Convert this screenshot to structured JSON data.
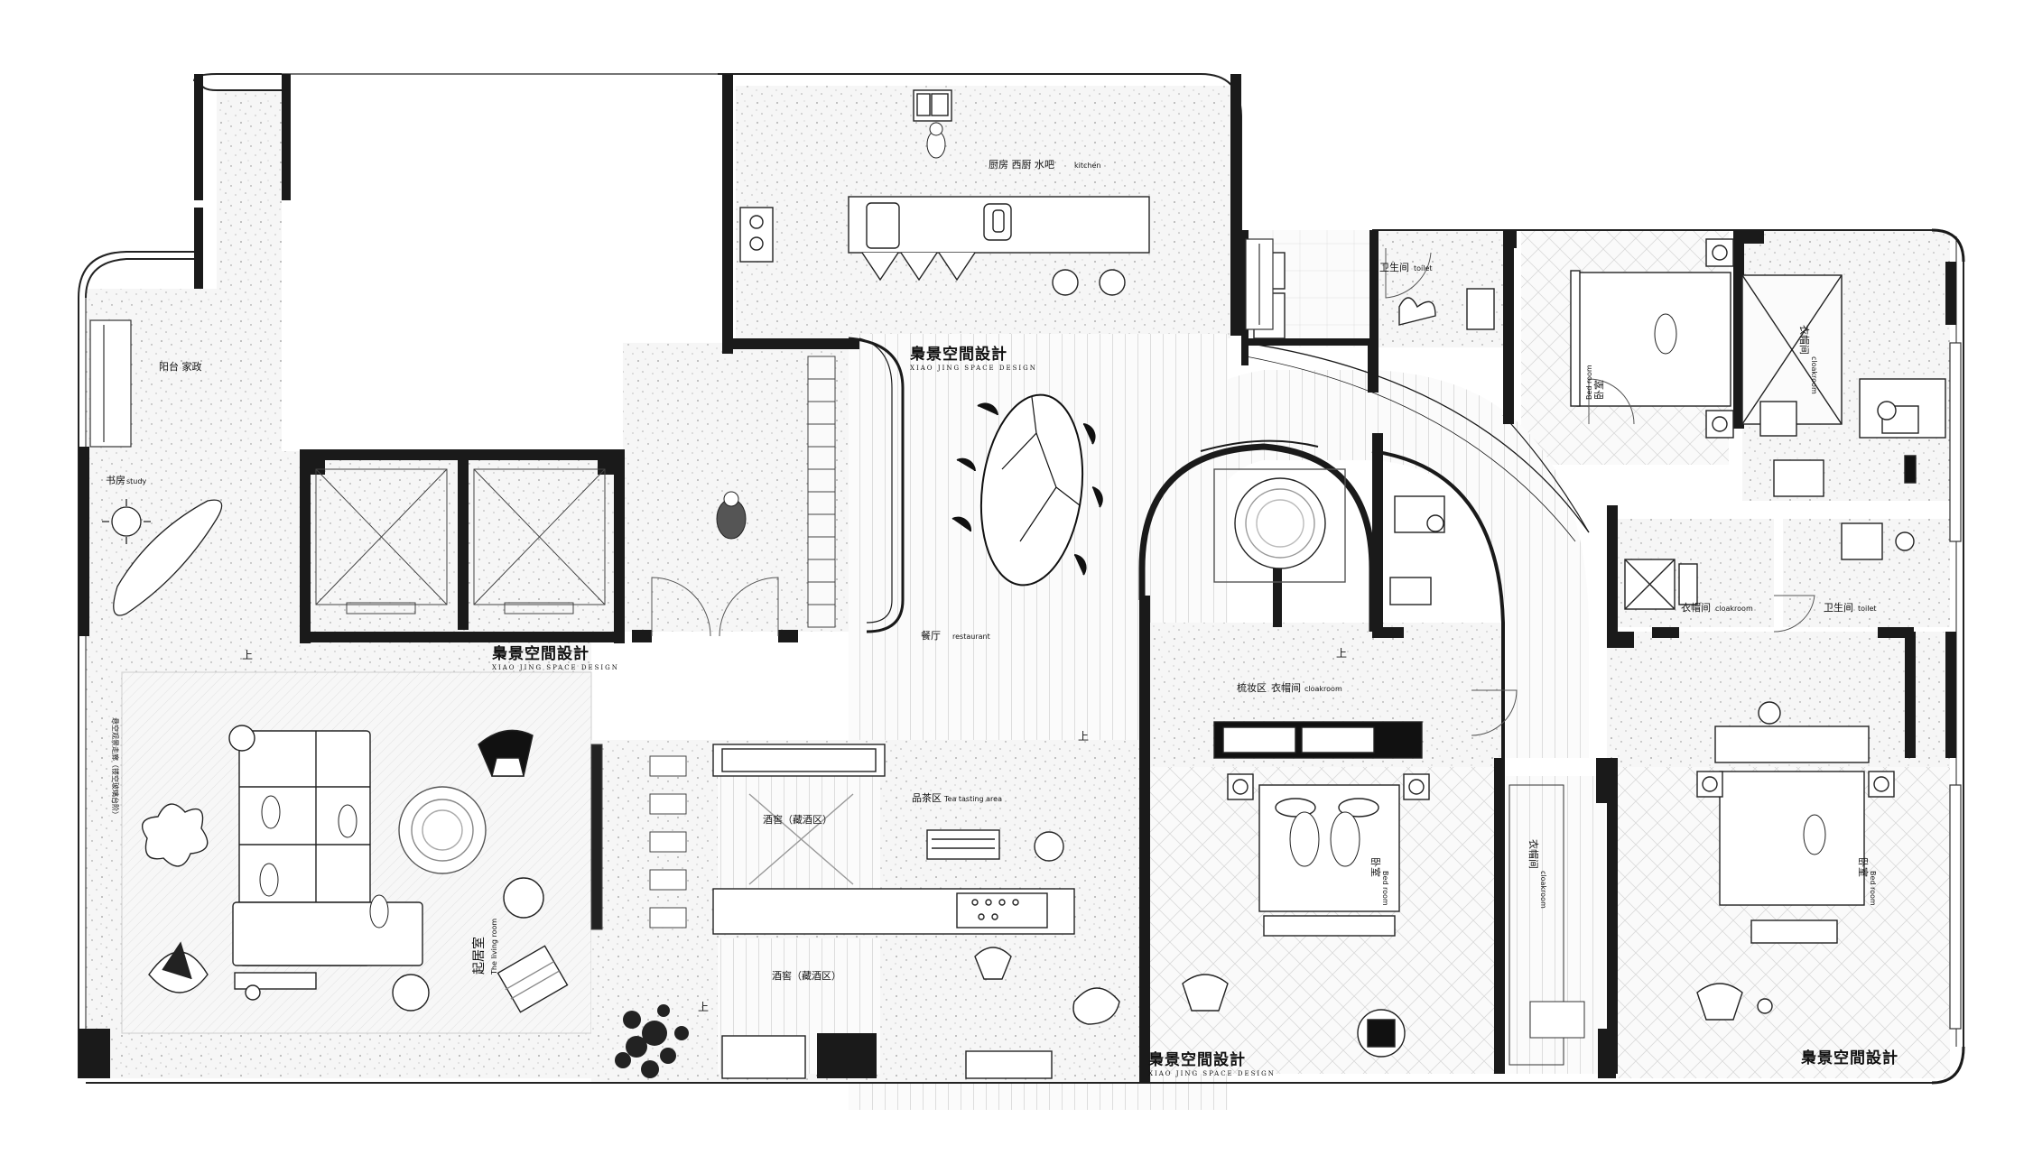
{
  "brand": {
    "name": "梟景空間設計",
    "sub": "XIAO JING SPACE DESIGN"
  },
  "rooms": {
    "kitchen": "厨房  西厨  水吧",
    "kitchen_en": "kitchen",
    "balcony": "阳台 家政",
    "study": "书房",
    "study_en": "study",
    "restaurant": "餐厅",
    "restaurant_en": "restaurant",
    "living": "起居室",
    "living_en": "The living room",
    "living_side": "悬空观景走廊（镂空玻璃台阶）",
    "tea": "品茶区",
    "tea_en": "Tea tasting area",
    "wine_upper": "酒窖（藏酒区）",
    "wine_lower": "酒窖（藏酒区）",
    "dressing": "梳妆区",
    "cloak_mid": "衣帽间",
    "cloak_mid_en": "cloakroom",
    "bedroom": "卧室",
    "bedroom_en": "Bed room",
    "toilet": "卫生间",
    "toilet_en": "toilet",
    "cloak": "衣帽间",
    "cloak_en": "cloakroom",
    "cloak_vertical": "衣帽间",
    "cloak_vertical_en": "cloakroom"
  },
  "stairs": {
    "up": "上"
  },
  "colors": {
    "wall": "#1a1a1a",
    "line": "#333333",
    "floor_terrazzo": "#f4f4f4",
    "floor_wood": "#fafafa",
    "background": "#ffffff"
  },
  "icons": [
    "sink-icon",
    "stove-icon",
    "chair-icon",
    "person-icon",
    "bed-icon",
    "sofa-icon",
    "plant-icon",
    "bathtub-icon",
    "door-swing-icon"
  ]
}
